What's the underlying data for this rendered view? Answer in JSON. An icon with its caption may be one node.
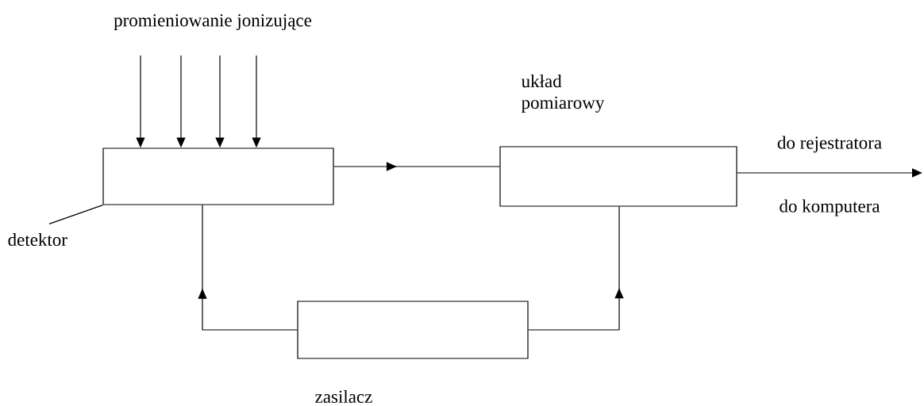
{
  "diagram": {
    "nodes": [
      {
        "text": [],
        "shape": "box"
      },
      {
        "text": [
          "układ pomiarowy"
        ]
      },
      {
        "text": [
          "zasilacz"
        ]
      },
      {
        "text": [
          "detektor"
        ]
      }
    ],
    "edges": [
      {
        "from": null,
        "to": 0,
        "arrow": "to"
      },
      {
        "from": null,
        "to": 0,
        "arrow": "to"
      },
      {
        "from": null,
        "to": 0,
        "arrow": "to"
      },
      {
        "from": null,
        "to": 0,
        "arrow": "to"
      },
      {
        "from": 0,
        "to": 1,
        "arrow": "to"
      },
      {
        "from": 2,
        "to": 0,
        "arrow": "to"
      },
      {
        "from": 2,
        "to": 1,
        "arrow": "to"
      },
      {
        "from": 1,
        "to": null,
        "arrow": "to",
        "label": "do rejestratora"
      },
      {
        "from": 3,
        "to": 0,
        "arrow": "none"
      }
    ],
    "labels": [
      "promieniowanie jonizujące",
      "do komputera"
    ]
  }
}
